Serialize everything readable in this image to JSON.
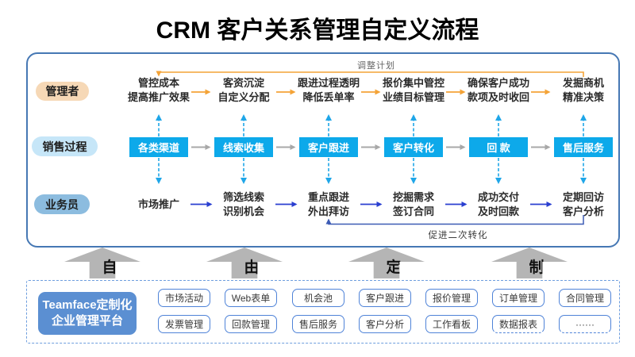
{
  "title": "CRM 客户关系管理自定义流程",
  "flow": {
    "adjust_label": "调整计划",
    "repeat_label": "促进二次转化",
    "manager": {
      "label": "管理者",
      "items": [
        {
          "l1": "管控成本",
          "l2": "提高推广效果"
        },
        {
          "l1": "客资沉淀",
          "l2": "自定义分配"
        },
        {
          "l1": "跟进过程透明",
          "l2": "降低丢单率"
        },
        {
          "l1": "报价集中管控",
          "l2": "业绩目标管理"
        },
        {
          "l1": "确保客户成功",
          "l2": "款项及时收回"
        },
        {
          "l1": "发掘商机",
          "l2": "精准决策"
        }
      ]
    },
    "sales": {
      "label": "销售过程",
      "items": [
        "各类渠道",
        "线索收集",
        "客户跟进",
        "客户转化",
        "回 款",
        "售后服务"
      ]
    },
    "worker": {
      "label": "业务员",
      "items": [
        {
          "l1": "市场推广",
          "l2": ""
        },
        {
          "l1": "筛选线索",
          "l2": "识别机会"
        },
        {
          "l1": "重点跟进",
          "l2": "外出拜访"
        },
        {
          "l1": "挖掘需求",
          "l2": "签订合同"
        },
        {
          "l1": "成功交付",
          "l2": "及时回款"
        },
        {
          "l1": "定期回访",
          "l2": "客户分析"
        }
      ]
    }
  },
  "transition": {
    "letters": [
      "自",
      "由",
      "定",
      "制"
    ]
  },
  "platform": {
    "name_line1": "Teamface定制化",
    "name_line2": "企业管理平台",
    "modules": {
      "row1": [
        "市场活动",
        "Web表单",
        "机会池",
        "客户跟进",
        "报价管理",
        "订单管理",
        "合同管理"
      ],
      "row2": [
        "发票管理",
        "回款管理",
        "售后服务",
        "客户分析",
        "工作看板",
        "数据报表",
        "······"
      ]
    }
  },
  "colors": {
    "main_border": "#4678b4",
    "manager_pill": "#f6d8b6",
    "sales_pill": "#c6e6f8",
    "worker_pill": "#8cbcdf",
    "process_box": "#0da9ea",
    "manager_arrow": "#f4a337",
    "process_arrow": "#a8a8a8",
    "worker_arrow": "#2a3fd0",
    "connector": "#1fa6e8",
    "feedback_bottom": "#3d5cb5",
    "transition_arrow": "#b5b5b5",
    "platform_box": "#5b8fd2",
    "module_border": "#4f83d8"
  }
}
